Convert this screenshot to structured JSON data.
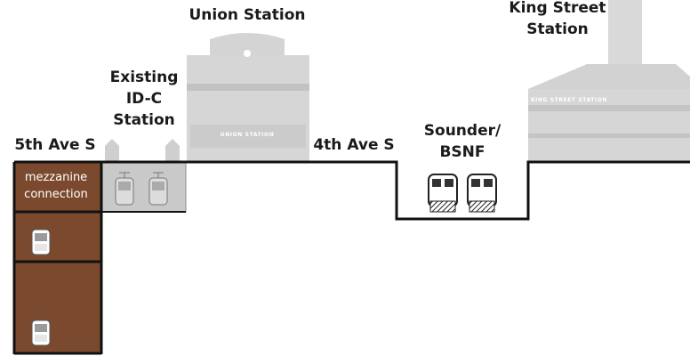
{
  "labels": {
    "union_station": "Union Station",
    "king_street_station_l1": "King Street",
    "king_street_station_l2": "Station",
    "existing_idc_l1": "Existing",
    "existing_idc_l2": "ID-C",
    "existing_idc_l3": "Station",
    "fifth_ave": "5th Ave S",
    "fourth_ave": "4th Ave S",
    "sounder_l1": "Sounder/",
    "sounder_l2": "BSNF",
    "mezzanine_l1": "mezzanine",
    "mezzanine_l2": "connection"
  },
  "signs": {
    "union_station_sign": "UNION STATION",
    "king_street_sign": "KING STREET STATION"
  },
  "colors": {
    "ground_line": "#111111",
    "building_gray": "#d4d4d4",
    "building_stripe": "#bdbdbd",
    "station_box": "#c8c8c8",
    "earth_brown": "#7b4a2e",
    "label_text": "#1a1a1a"
  }
}
